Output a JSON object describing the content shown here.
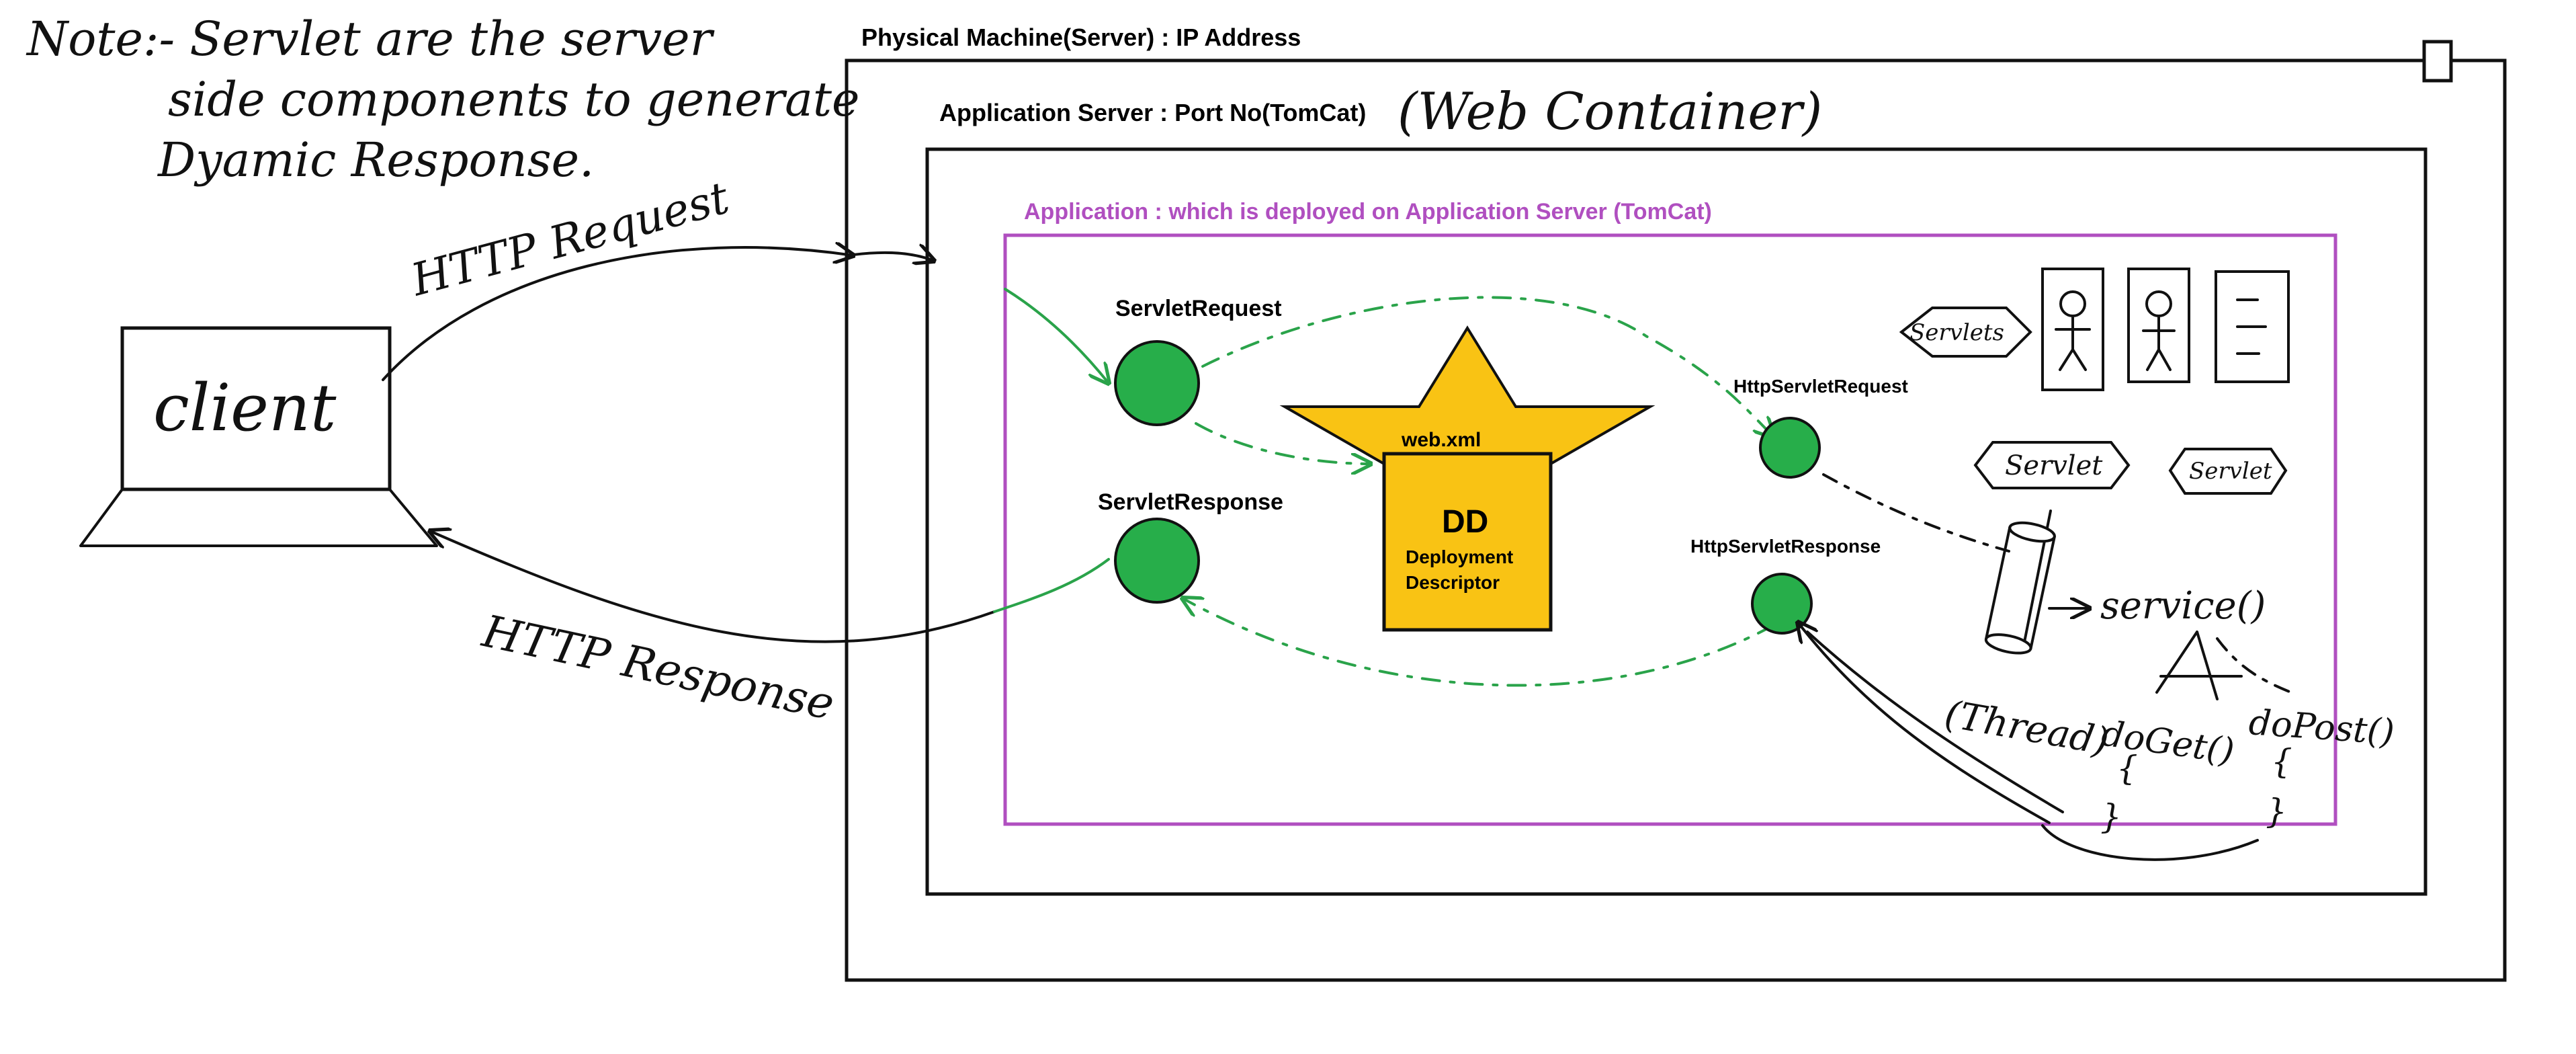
{
  "note": {
    "lines": [
      "Note:- Servlet are the server",
      "side components to generate",
      "Dyamic Response."
    ]
  },
  "client": {
    "label": "client"
  },
  "arrows": {
    "request": "HTTP Request",
    "response": "HTTP Response"
  },
  "physical_machine": {
    "label": "Physical Machine(Server) : IP Address"
  },
  "app_server": {
    "label": "Application Server : Port No(TomCat)",
    "annotation": "(Web Container)"
  },
  "application": {
    "label": "Application : which is deployed on Application Server (TomCat)"
  },
  "servlet_request": "ServletRequest",
  "servlet_response": "ServletResponse",
  "http_servlet_request": "HttpServletRequest",
  "http_servlet_response": "HttpServletResponse",
  "web_xml": "web.xml",
  "dd": {
    "title": "DD",
    "line1": "Deployment",
    "line2": "Descriptor"
  },
  "servlets": {
    "group_label": "Servlets",
    "servlet_a": "Servlet",
    "servlet_b": "Servlet"
  },
  "thread_flow": {
    "thread": "(Thread)",
    "service": "service()",
    "do_get": "doGet()",
    "do_post": "doPost()",
    "brace_a": "{",
    "brace_b": "}",
    "brace_c": "{",
    "brace_d": "}"
  },
  "colors": {
    "green": "#27ae4a",
    "gold": "#f9c314",
    "purple": "#b04fc0",
    "ink": "#111111"
  }
}
